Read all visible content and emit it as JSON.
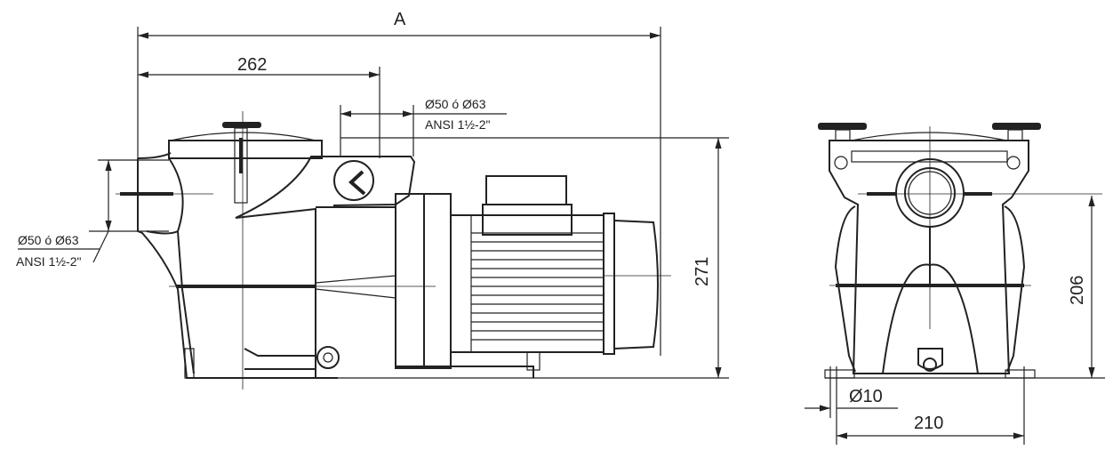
{
  "title": "Pump dimensional drawing",
  "side_view": {
    "dim_total": "A",
    "dim_262": "262",
    "dim_271": "271",
    "outlet_label_1": "Ø50 ó Ø63",
    "outlet_label_2": "ANSI 1½-2\"",
    "inlet_label_1": "Ø50 ó Ø63",
    "inlet_label_2": "ANSI 1½-2\""
  },
  "front_view": {
    "dim_206": "206",
    "dim_210": "210",
    "dim_hole": "Ø10"
  }
}
